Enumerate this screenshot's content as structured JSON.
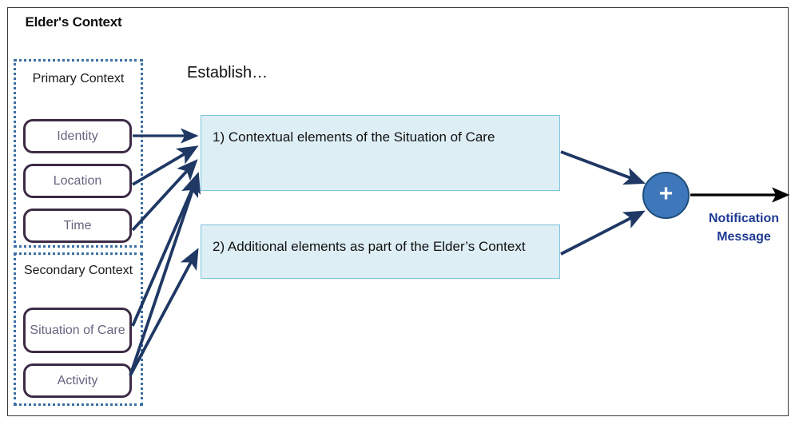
{
  "diagram": {
    "title": "Elder's Context",
    "establish_label": "Establish…",
    "groups": [
      {
        "name": "primary-context",
        "label": "Primary Context",
        "items": [
          {
            "name": "identity",
            "label": "Identity"
          },
          {
            "name": "location",
            "label": "Location"
          },
          {
            "name": "time",
            "label": "Time"
          }
        ]
      },
      {
        "name": "secondary-context",
        "label": "Secondary Context",
        "items": [
          {
            "name": "situation-of-care",
            "label": "Situation of Care"
          },
          {
            "name": "activity",
            "label": "Activity"
          }
        ]
      }
    ],
    "statements": [
      {
        "name": "statement-1",
        "text": "1) Contextual elements of the Situation of Care"
      },
      {
        "name": "statement-2",
        "text": "2) Additional elements as part of the Elder’s Context"
      }
    ],
    "aggregator": {
      "name": "plus-node",
      "glyph": "+"
    },
    "output": {
      "name": "notification-message",
      "label": "Notification Message"
    },
    "colors": {
      "dotted_border": "#3c6ea5",
      "context_box_border": "#3d2b45",
      "context_box_text": "#6b6280",
      "statement_fill": "#ddeef5",
      "statement_border": "#7fc4de",
      "arrow": "#1f3864",
      "circle_fill": "#3f77bb",
      "circle_border": "#1f4e79",
      "output_text": "#1f3a93",
      "frame": "#3a3a3a"
    }
  }
}
